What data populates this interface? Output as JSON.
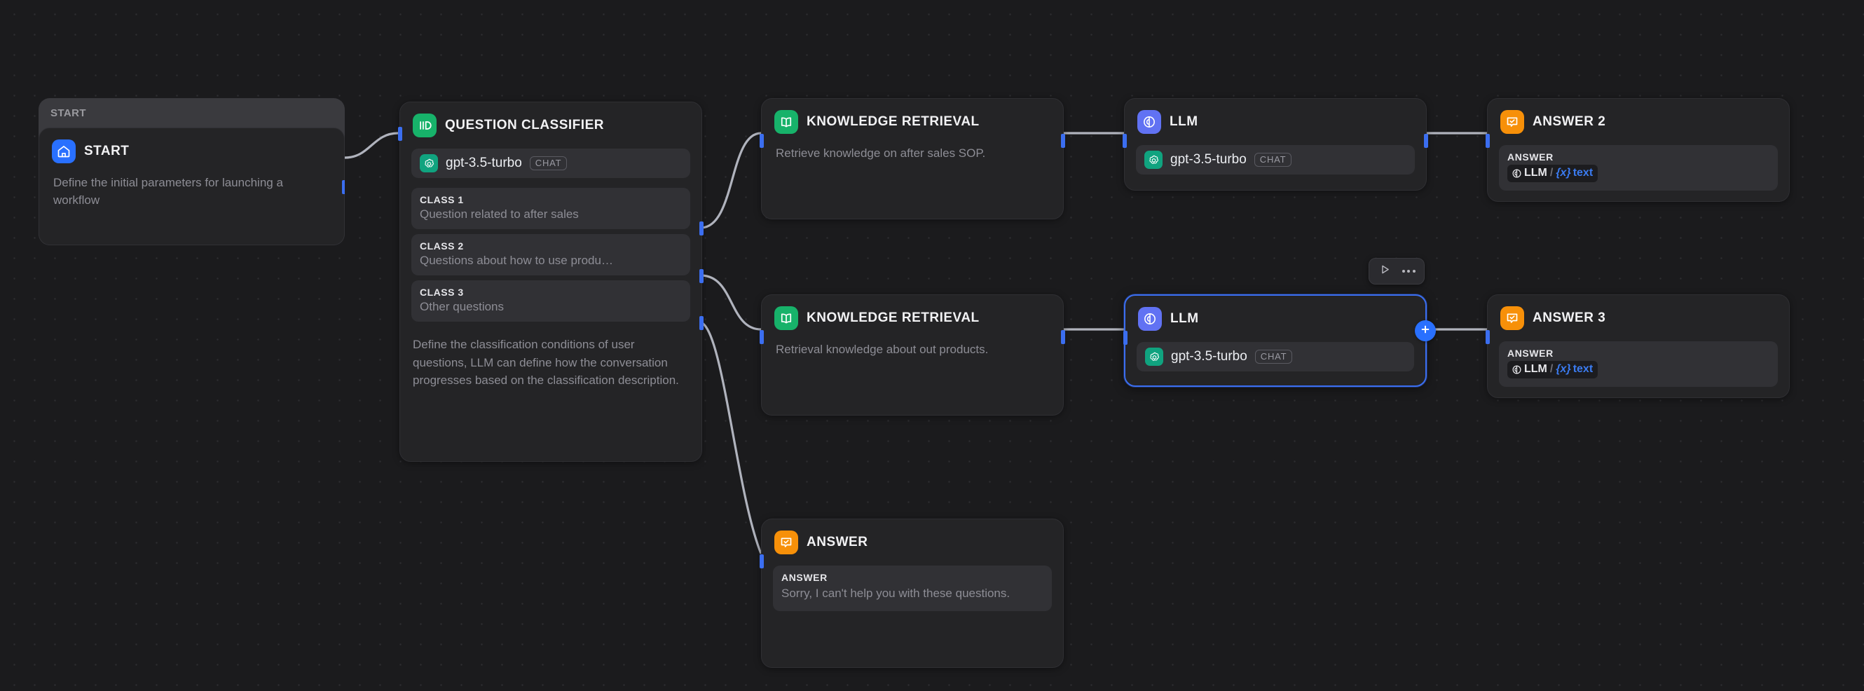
{
  "canvas": {
    "background_color": "#1b1b1d",
    "dot_color": "#2e2e31",
    "accent_color": "#2970ff",
    "edge_color": "#b0b3bd",
    "handle_color": "#3b6ef0"
  },
  "start_group": {
    "title": "START"
  },
  "nodes": {
    "start": {
      "title": "START",
      "icon": "home-icon",
      "icon_color": "#2970ff",
      "description": "Define the initial parameters for launching a workflow"
    },
    "question_classifier": {
      "title": "QUESTION CLASSIFIER",
      "icon": "question-classifier-icon",
      "icon_color": "#17b26a",
      "model": {
        "provider_icon": "openai-icon",
        "name": "gpt-3.5-turbo",
        "badge": "CHAT"
      },
      "classes": [
        {
          "label": "CLASS 1",
          "text": "Question related to after sales"
        },
        {
          "label": "CLASS 2",
          "text": "Questions about how to use produ…"
        },
        {
          "label": "CLASS 3",
          "text": "Other questions"
        }
      ],
      "note": "Define the classification conditions of user questions, LLM can define how the conversation progresses based on the classification description."
    },
    "knowledge_retrieval_1": {
      "title": "KNOWLEDGE RETRIEVAL",
      "icon": "book-icon",
      "icon_color": "#17b26a",
      "description": "Retrieve knowledge on after sales SOP."
    },
    "llm_1": {
      "title": "LLM",
      "icon": "llm-icon",
      "icon_color": "#6172f3",
      "model": {
        "provider_icon": "openai-icon",
        "name": "gpt-3.5-turbo",
        "badge": "CHAT"
      }
    },
    "answer_2": {
      "title": "ANSWER 2",
      "icon": "answer-icon",
      "icon_color": "#f79009",
      "answer_label": "ANSWER",
      "variable": {
        "node_icon": "llm-icon",
        "node": "LLM",
        "separator": "/",
        "bracket": "{x}",
        "name": "text"
      }
    },
    "knowledge_retrieval_2": {
      "title": "KNOWLEDGE RETRIEVAL",
      "icon": "book-icon",
      "icon_color": "#17b26a",
      "description": "Retrieval knowledge about out products."
    },
    "llm_2": {
      "title": "LLM",
      "icon": "llm-icon",
      "icon_color": "#6172f3",
      "selected": true,
      "model": {
        "provider_icon": "openai-icon",
        "name": "gpt-3.5-turbo",
        "badge": "CHAT"
      }
    },
    "answer_3": {
      "title": "ANSWER 3",
      "icon": "answer-icon",
      "icon_color": "#f79009",
      "answer_label": "ANSWER",
      "variable": {
        "node_icon": "llm-icon",
        "node": "LLM",
        "separator": "/",
        "bracket": "{x}",
        "name": "text"
      }
    },
    "answer_1": {
      "title": "ANSWER",
      "icon": "answer-icon",
      "icon_color": "#f79009",
      "answer_label": "ANSWER",
      "answer_text": "Sorry, I can't help you with these questions."
    }
  },
  "toolbar": {
    "run_icon": "play-icon",
    "more_icon": "ellipsis-icon"
  },
  "add_handle": {
    "icon": "plus-icon"
  }
}
